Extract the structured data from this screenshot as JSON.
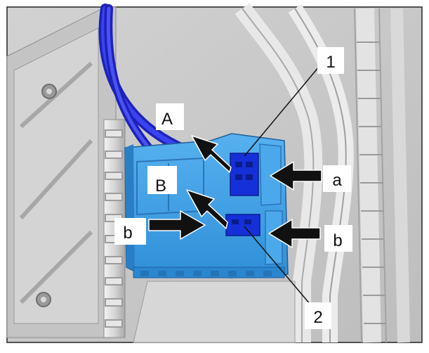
{
  "callouts": {
    "num_1": "1",
    "num_2": "2",
    "letter_A": "A",
    "letter_B": "B",
    "letter_a": "a",
    "letter_b_left": "b",
    "letter_b_right": "b"
  },
  "colors": {
    "background": "#c9c9c9",
    "housing": "#3d9ee6",
    "housing_dark": "#2a79bd",
    "connector": "#1530d8",
    "wire": "#2b32d6",
    "arrow": "#111111",
    "label_bg": "#ffffff"
  }
}
